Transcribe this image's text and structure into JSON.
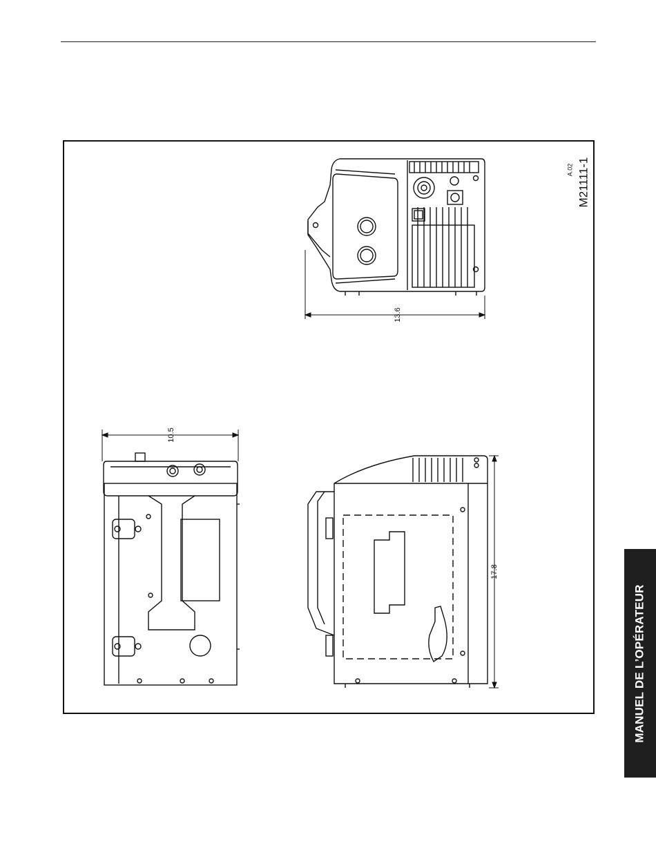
{
  "drawing": {
    "figure_id": "M21111-1",
    "figure_rev": "A.02",
    "dim_width": "13.6",
    "dim_depth": "10.5",
    "dim_length": "17.8"
  },
  "side_tab": {
    "label": "MANUEL DE L’OPÉRATEUR"
  },
  "colors": {
    "ink": "#111111",
    "tab_background": "#1f1f1f",
    "tab_text": "#ffffff"
  }
}
